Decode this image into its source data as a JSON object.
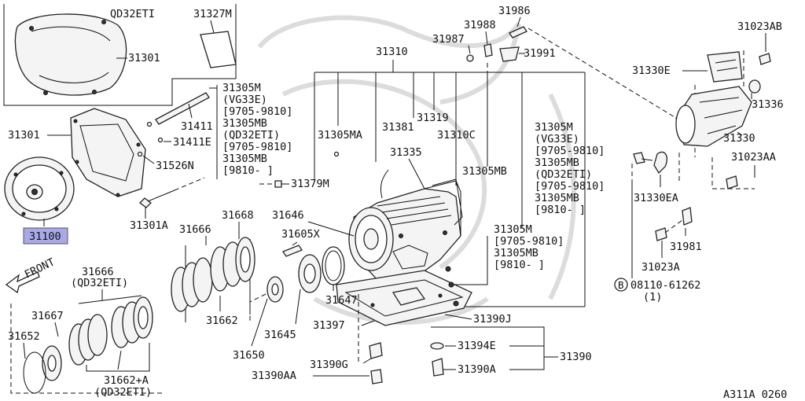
{
  "diagram": {
    "figure_code": "A311A 0260",
    "front_label": "FRONT",
    "highlight_color": "#a9a9ea",
    "labels": {
      "qd32eti_top": "QD32ETI",
      "p31327M": "31327M",
      "p31301_a": "31301",
      "p31301_b": "31301",
      "p31100": "31100",
      "p31411": "31411",
      "p31411E": "31411E",
      "p31526N": "31526N",
      "p31301A": "31301A",
      "ref_left": [
        "31305M",
        "(VG33E)",
        "[9705-9810]",
        "31305MB",
        "(QD32ETI)",
        "[9705-9810]",
        "31305MB",
        "[9810-      ]"
      ],
      "p31305MA": "31305MA",
      "p31379M": "31379M",
      "p31310": "31310",
      "p31381": "31381",
      "p31319": "31319",
      "p31310C": "31310C",
      "p31335": "31335",
      "p31305MB": "31305MB",
      "p31986": "31986",
      "p31988": "31988",
      "p31987": "31987",
      "p31991": "31991",
      "ref_right": [
        "31305M",
        "(VG33E)",
        "[9705-9810]",
        "31305MB",
        "(QD32ETI)",
        "[9705-9810]",
        "31305MB",
        "[9810-      ]"
      ],
      "ref_mid": [
        "31305M",
        "[9705-9810]",
        "31305MB",
        "[9810-      ]"
      ],
      "p31023AB": "31023AB",
      "p31330E": "31330E",
      "p31336": "31336",
      "p31330": "31330",
      "p31023AA": "31023AA",
      "p31330EA": "31330EA",
      "p31981": "31981",
      "p31023A": "31023A",
      "bolt_b": "B",
      "bolt_code": "08110-61262",
      "bolt_qty": "(1)",
      "p31668": "31668",
      "p31666": "31666",
      "p31646": "31646",
      "p31605X": "31605X",
      "p31662": "31662",
      "p31647": "31647",
      "p31645": "31645",
      "p31650": "31650",
      "p31397": "31397",
      "p31390J": "31390J",
      "p31394E": "31394E",
      "p31390": "31390",
      "p31390G": "31390G",
      "p31390A": "31390A",
      "p31390AA": "31390AA",
      "p31666q": "31666",
      "qd32eti_a": "(QD32ETI)",
      "p31667": "31667",
      "p31652": "31652",
      "p31662A": "31662+A",
      "qd32eti_b": "(QD32ETI)"
    }
  }
}
